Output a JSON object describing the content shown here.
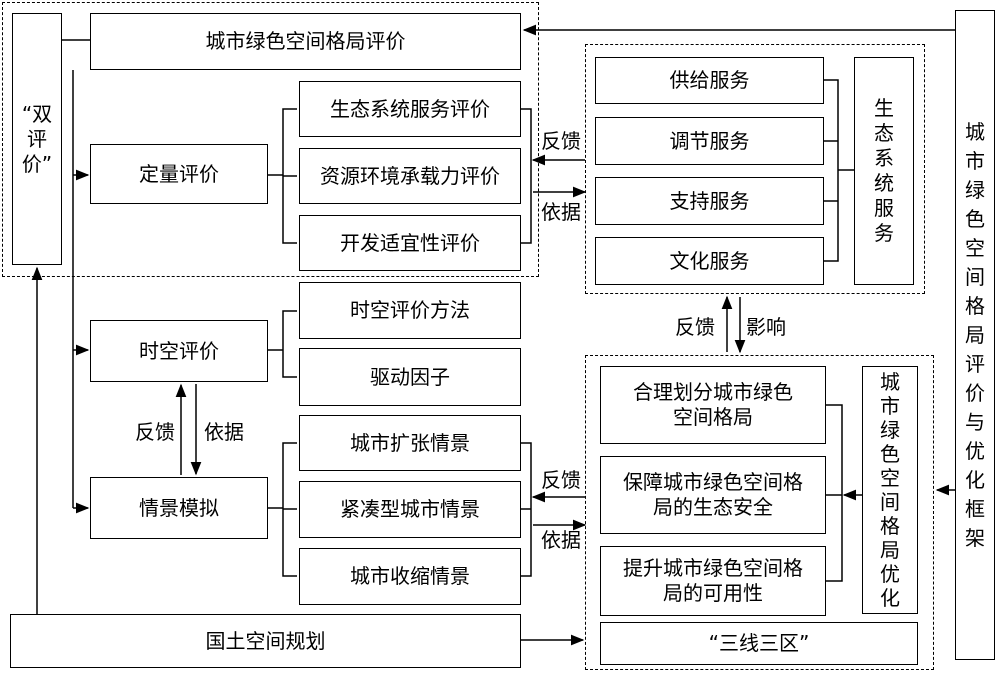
{
  "top_block": {
    "dual_eval": "“双评价”",
    "urban_green_eval": "城市绿色空间格局评价",
    "quantitative_eval": "定量评价",
    "eco_service_eval": "生态系统服务评价",
    "resource_capacity_eval": "资源环境承载力评价",
    "suitability_eval": "开发适宜性评价"
  },
  "middle_block": {
    "spatiotemporal_eval": "时空评价",
    "st_method": "时空评价方法",
    "driving_factor": "驱动因子",
    "scenario_sim": "情景模拟",
    "expansion": "城市扩张情景",
    "compact": "紧凑型城市情景",
    "shrink": "城市收缩情景",
    "feedback": "反馈",
    "basis": "依据"
  },
  "eco_block": {
    "supply": "供给服务",
    "regulating": "调节服务",
    "supporting": "支持服务",
    "cultural": "文化服务",
    "eco_service": "生态系统服务"
  },
  "opt_block": {
    "divide": "合理划分城市绿色空间格局",
    "security": "保障城市绿色空间格局的生态安全",
    "usability": "提升城市绿色空间格局的可用性",
    "three_lines": "“三线三区”",
    "optimization": "城市绿色空间格局优化"
  },
  "framework": "城市绿色空间格局评价与优化框架",
  "territorial_planning": "国土空间规划",
  "edge_labels": {
    "feedback_top": "反馈",
    "basis_top": "依据",
    "feedback_mid": "反馈",
    "influence_mid": "影响",
    "feedback_bottom": "反馈",
    "basis_bottom": "依据"
  }
}
